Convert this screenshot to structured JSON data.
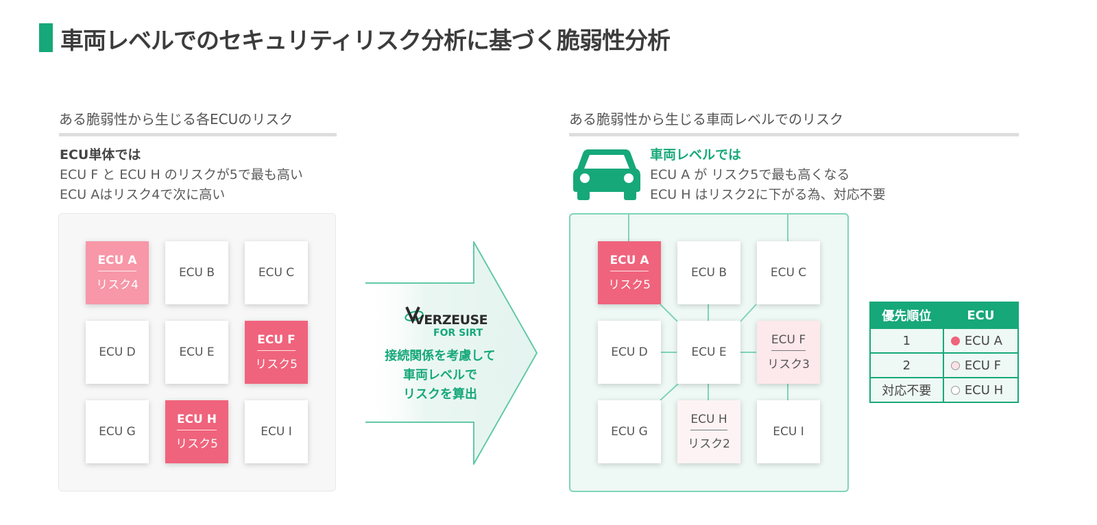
{
  "title": "車両レベルでのセキュリティリスク分析に基づく脆弱性分析",
  "left": {
    "heading": "ある脆弱性から生じる各ECUのリスク",
    "desc_bold": "ECU単体では",
    "desc_lines": [
      "ECU F と ECU H のリスクが5で最も高い",
      "ECU Aはリスク4で次に高い"
    ],
    "tiles": [
      {
        "name": "ECU A",
        "risk": "リスク4"
      },
      {
        "name": "ECU B"
      },
      {
        "name": "ECU C"
      },
      {
        "name": "ECU D"
      },
      {
        "name": "ECU E"
      },
      {
        "name": "ECU F",
        "risk": "リスク5"
      },
      {
        "name": "ECU G"
      },
      {
        "name": "ECU H",
        "risk": "リスク5"
      },
      {
        "name": "ECU I"
      }
    ]
  },
  "arrow": {
    "logo_name": "VERZEUSE",
    "logo_sub": "FOR SIRT",
    "lines": [
      "接続関係を考慮して",
      "車両レベルで",
      "リスクを算出"
    ]
  },
  "right": {
    "heading": "ある脆弱性から生じる車両レベルでのリスク",
    "icon": "car-icon",
    "desc_accent": "車両レベルでは",
    "desc_lines": [
      "ECU A が リスク5で最も高くなる",
      "ECU H はリスク2に下がる為、対応不要"
    ],
    "tiles": [
      {
        "name": "ECU A",
        "risk": "リスク5"
      },
      {
        "name": "ECU B"
      },
      {
        "name": "ECU C"
      },
      {
        "name": "ECU D"
      },
      {
        "name": "ECU E"
      },
      {
        "name": "ECU F",
        "risk": "リスク3"
      },
      {
        "name": "ECU G"
      },
      {
        "name": "ECU H",
        "risk": "リスク2"
      },
      {
        "name": "ECU I"
      }
    ]
  },
  "priority_table": {
    "headers": [
      "優先順位",
      "ECU"
    ],
    "rows": [
      {
        "priority": "1",
        "ecu": "ECU A",
        "dot_color": "#f0637c"
      },
      {
        "priority": "2",
        "ecu": "ECU F",
        "dot_color": "#fde1e7"
      },
      {
        "priority": "対応不要",
        "ecu": "ECU H",
        "dot_color": "#ffffff"
      }
    ]
  },
  "colors": {
    "accent": "#16a879",
    "risk_high": "#f0637c",
    "risk_mid": "#f797a8",
    "risk_low": "#fde8ec",
    "risk_lowest": "#fdf3f5"
  }
}
